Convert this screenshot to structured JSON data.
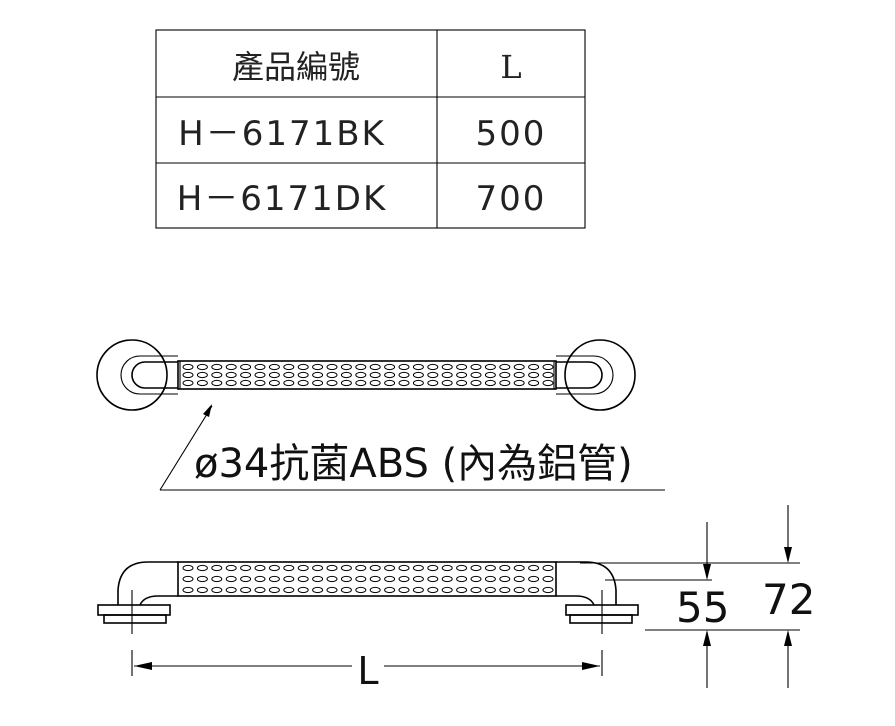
{
  "table": {
    "headers": [
      "產品編號",
      "L"
    ],
    "rows": [
      [
        "H－6171BK",
        "500"
      ],
      [
        "H－6171DK",
        "700"
      ]
    ]
  },
  "callout": {
    "material_label": "ø34抗菌ABS (內為鋁管)"
  },
  "dimensions": {
    "length_label": "L",
    "height_inner": "55",
    "height_outer": "72"
  }
}
